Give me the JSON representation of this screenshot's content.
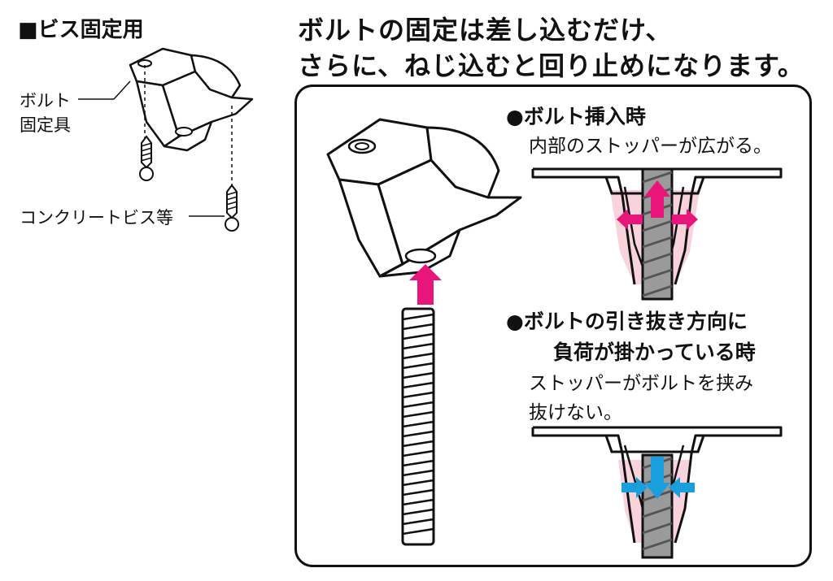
{
  "section_title": "■ビス固定用",
  "headline": {
    "line1": "ボルトの固定は差し込むだけ、",
    "line2": "さらに、ねじ込むと回り止めになります。"
  },
  "left_labels": {
    "fixture_line1": "ボルト",
    "fixture_line2": "固定具",
    "screw": "コンクリートビス等"
  },
  "insert_state": {
    "title": "●ボルト挿入時",
    "desc": "内部のストッパーが広がる。"
  },
  "pull_state": {
    "title_line1": "●ボルトの引き抜き方向に",
    "title_line2": "負荷が掛かっている時",
    "desc_line1": "ストッパーがボルトを挟み",
    "desc_line2": "抜けない。"
  },
  "colors": {
    "insert_arrow": "#e8157a",
    "pull_arrow": "#1a9fdc",
    "stopper_fill": "#f9d3dc",
    "line": "#111111"
  }
}
